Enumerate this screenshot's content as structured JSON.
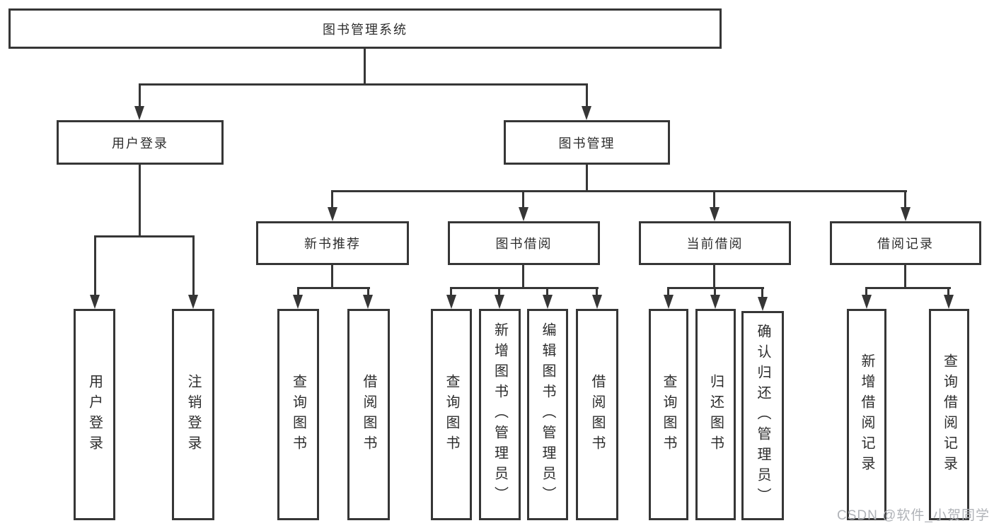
{
  "tree": {
    "root": {
      "label": "图书管理系统"
    },
    "branches": [
      {
        "label": "用户登录",
        "leaves": [
          "用户登录",
          "注销登录"
        ]
      },
      {
        "label": "图书管理",
        "groups": [
          {
            "label": "新书推荐",
            "leaves": [
              "查询图书",
              "借阅图书"
            ]
          },
          {
            "label": "图书借阅",
            "leaves": [
              "查询图书",
              "新增图书（管理员）",
              "编辑图书（管理员）",
              "借阅图书"
            ]
          },
          {
            "label": "当前借阅",
            "leaves": [
              "查询图书",
              "归还图书",
              "确认归还（管理员）"
            ]
          },
          {
            "label": "借阅记录",
            "leaves": [
              "新增借阅记录",
              "查询借阅记录"
            ]
          }
        ]
      }
    ]
  },
  "watermark": "CSDN @软件_小贺同学",
  "colors": {
    "line": "#363636",
    "text": "#2d2d2d",
    "watermark": "#b0b3b8",
    "background": "#ffffff"
  }
}
